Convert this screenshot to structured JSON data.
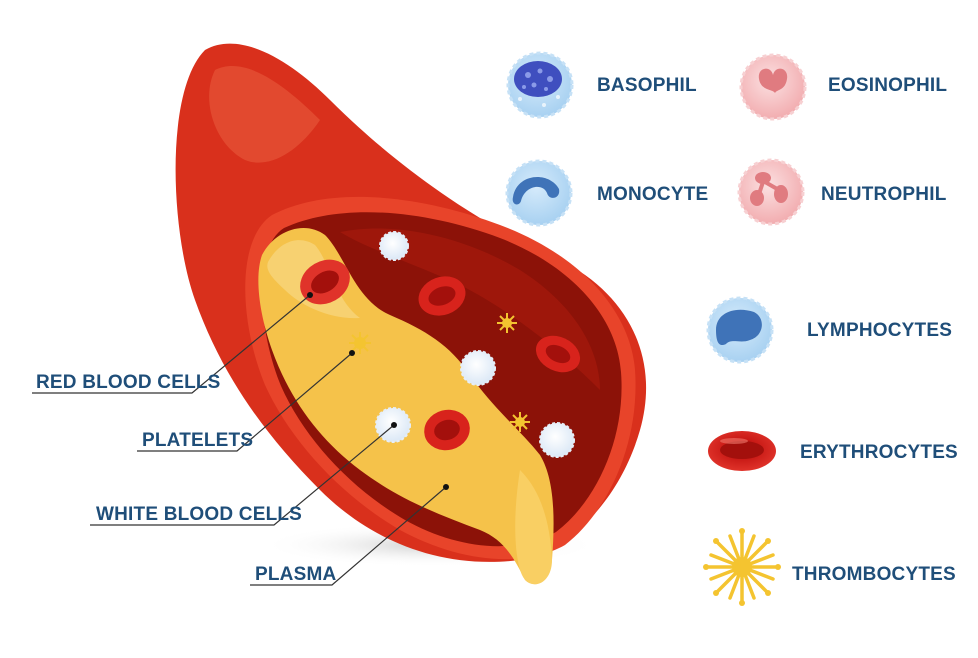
{
  "callouts": {
    "red_blood_cells": "RED BLOOD CELLS",
    "platelets": "PLATELETS",
    "white_blood_cells": "WHITE BLOOD CELLS",
    "plasma": "PLASMA"
  },
  "legend": {
    "basophil": "BASOPHIL",
    "eosinophil": "EOSINOPHIL",
    "monocyte": "MONOCYTE",
    "neutrophil": "NEUTROPHIL",
    "lymphocytes": "LYMPHOCYTES",
    "erythrocytes": "ERYTHROCYTES",
    "thrombocytes": "THROMBOCYTES"
  },
  "colors": {
    "label_text": "#1f4e79",
    "vessel_outer": "#d9301c",
    "vessel_inner": "#8c1208",
    "plasma": "#f5c24a",
    "red_cell": "#d8231c",
    "white_cell": "#f2f7fd",
    "blue_cell": "#b9dcf5",
    "pink_cell": "#f6c2c4",
    "platelet": "#f4c430"
  }
}
